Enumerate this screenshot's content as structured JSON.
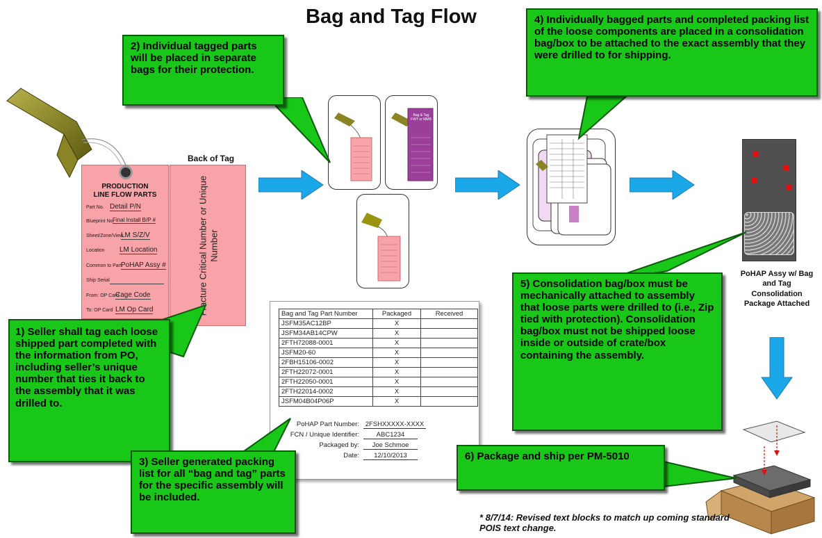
{
  "title": "Bag and Tag Flow",
  "callouts": {
    "c1": "1) Seller shall tag each loose shipped part completed with the information from PO, including seller’s unique number that ties it back to the assembly that it was drilled to.",
    "c2": "2) Individual tagged parts will be placed in separate bags for their protection.",
    "c3": "3) Seller generated packing list for all “bag and tag” parts for the specific assembly will be included.",
    "c4": "4) Individually bagged parts and completed packing list of the loose components are placed in a consolidation bag/box to be attached to the exact assembly that they were drilled to for shipping.",
    "c5": "5) Consolidation bag/box must be mechanically attached to assembly that loose parts were drilled to (i.e., Zip tied with protection). Consolidation bag/box must not be shipped loose inside or outside of crate/box containing the assembly.",
    "c6": "6) Package and ship per PM-5010"
  },
  "tag": {
    "title_line1": "PRODUCTION",
    "title_line2": "LINE FLOW PARTS",
    "fields": [
      {
        "label": "Part No.",
        "value": "Detail P/N"
      },
      {
        "label": "Blueprint No.",
        "value": "Final  Install B/P #"
      },
      {
        "label": "Sheet/Zone/View",
        "value": "LM S/Z/V"
      },
      {
        "label": "Location",
        "value": "LM Location"
      },
      {
        "label": "Common to Part",
        "value": "PoHAP Assy #"
      },
      {
        "label": "Ship Serial",
        "value": ""
      },
      {
        "label": "From: OP Card",
        "value": "Cage Code"
      },
      {
        "label": "To: OP Card",
        "value": "LM Op Card"
      }
    ]
  },
  "back_tag": {
    "heading": "Back of Tag",
    "text": "Fracture Critical Number or Unique Number"
  },
  "mini_tag": {
    "text": "Bag & Tag FWT or MMB"
  },
  "packing_list": {
    "headers": [
      "Bag and Tag Part Number",
      "Packaged",
      "Received"
    ],
    "rows": [
      [
        "JSFM35AC12BP",
        "X",
        ""
      ],
      [
        "JSFM34AB14CPW",
        "X",
        ""
      ],
      [
        "2FTH72088-0001",
        "X",
        ""
      ],
      [
        "JSFM20-60",
        "X",
        ""
      ],
      [
        "2FBH15106-0002",
        "X",
        ""
      ],
      [
        "2FTH22072-0001",
        "X",
        ""
      ],
      [
        "2FTH22050-0001",
        "X",
        ""
      ],
      [
        "2FTH22014-0002",
        "X",
        ""
      ],
      [
        "JSFM04B04P06P",
        "X",
        ""
      ]
    ],
    "footer": [
      {
        "label": "PoHAP Part Number:",
        "value": "2FSHXXXXX-XXXX"
      },
      {
        "label": "FCN / Unique Identifier:",
        "value": "ABC1234"
      },
      {
        "label": "Packaged by:",
        "value": "Joe Schmoe"
      },
      {
        "label": "Date:",
        "value": "12/10/2013"
      }
    ]
  },
  "assy_caption": "PoHAP Assy w/ Bag and Tag Consolidation Package Attached",
  "note": "* 8/7/14: Revised text blocks to match up coming standard POIS text change.",
  "colors": {
    "callout": "#18c718",
    "arrow": "#1aa8e8",
    "tag_pink": "#f7a3a8",
    "tag_purple": "#9b3f9a",
    "bracket": "#7a7a1a",
    "assembly": "#555555",
    "marker": "#e01010"
  }
}
